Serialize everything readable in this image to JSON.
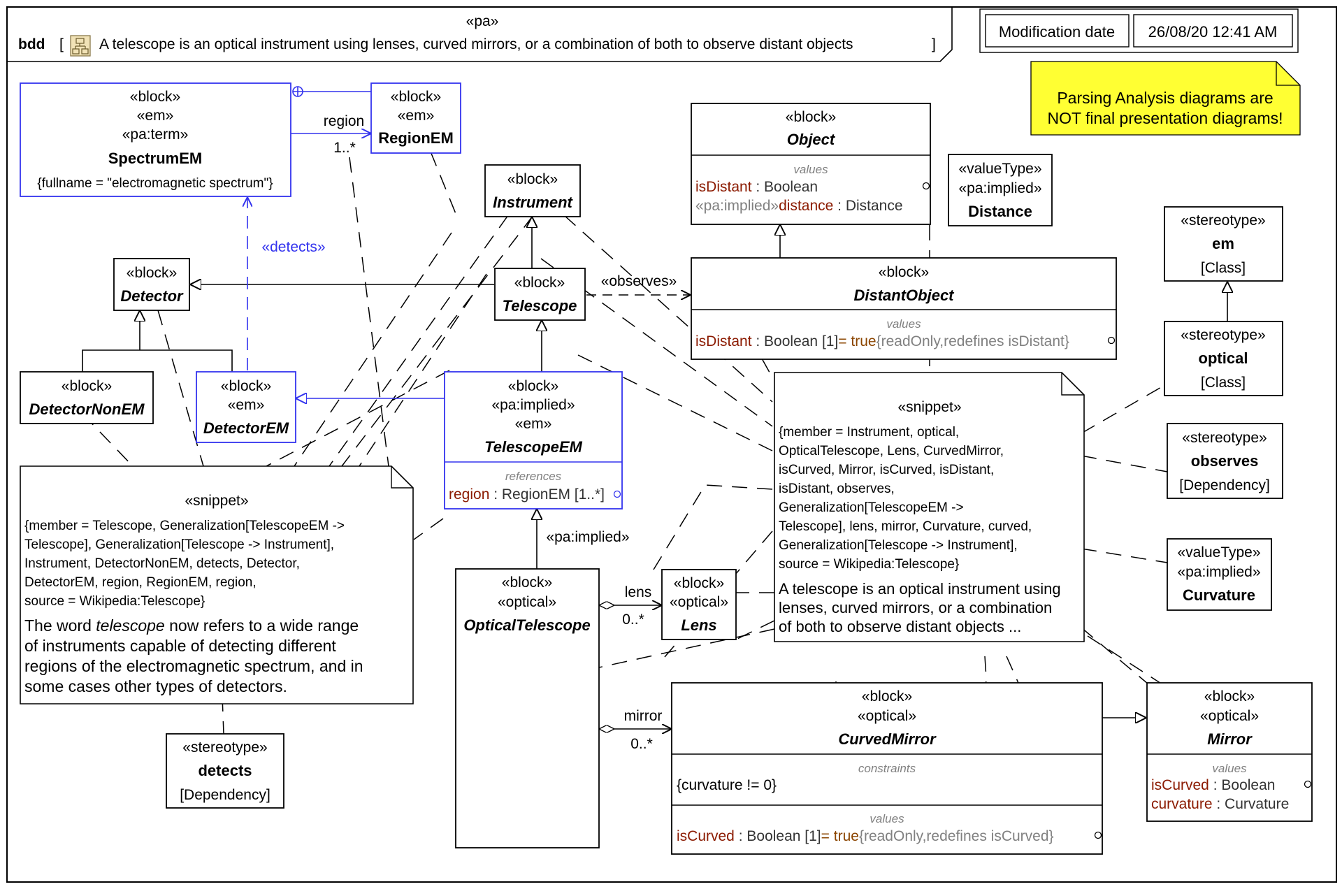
{
  "header": {
    "stereotype": "«pa»",
    "kind": "bdd",
    "bracket_open": "[",
    "bracket_close": "]",
    "title": "A telescope is an optical instrument using lenses, curved mirrors, or a combination of both to observe distant objects",
    "mod_label": "Modification date",
    "mod_value": "26/08/20 12:41 AM"
  },
  "warning_note": {
    "line1": "Parsing Analysis diagrams are",
    "line2": "NOT final presentation diagrams!"
  },
  "blocks": {
    "spectrum_em": {
      "s1": "«block»",
      "s2": "«em»",
      "s3": "«pa:term»",
      "name": "SpectrumEM",
      "constraint": "{fullname = \"electromagnetic spectrum\"}"
    },
    "region_em": {
      "s1": "«block»",
      "s2": "«em»",
      "name": "RegionEM"
    },
    "instrument": {
      "s1": "«block»",
      "name": "Instrument"
    },
    "object": {
      "s1": "«block»",
      "name": "Object",
      "section": "values",
      "attr1_name": "isDistant",
      "attr1_type": " : Boolean",
      "attr2_st": "«pa:implied»",
      "attr2_name": "distance",
      "attr2_type": " : Distance"
    },
    "distance": {
      "s1": "«valueType»",
      "s2": "«pa:implied»",
      "name": "Distance"
    },
    "detector": {
      "s1": "«block»",
      "name": "Detector"
    },
    "telescope": {
      "s1": "«block»",
      "name": "Telescope"
    },
    "distant_object": {
      "s1": "«block»",
      "name": "DistantObject",
      "section": "values",
      "attr_name": "isDistant",
      "attr_type": " : Boolean [1]",
      "attr_default": "= true",
      "attr_props": "{readOnly,redefines isDistant}"
    },
    "detector_non_em": {
      "s1": "«block»",
      "name": "DetectorNonEM"
    },
    "detector_em": {
      "s1": "«block»",
      "s2": "«em»",
      "name": "DetectorEM"
    },
    "telescope_em": {
      "s1": "«block»",
      "s2": "«pa:implied»",
      "s3": "«em»",
      "name": "TelescopeEM",
      "section": "references",
      "attr_name": "region",
      "attr_type": " : RegionEM [1..*]"
    },
    "optical_telescope": {
      "s1": "«block»",
      "s2": "«optical»",
      "name": "OpticalTelescope"
    },
    "lens": {
      "s1": "«block»",
      "s2": "«optical»",
      "name": "Lens"
    },
    "curved_mirror": {
      "s1": "«block»",
      "s2": "«optical»",
      "name": "CurvedMirror",
      "constraints_label": "constraints",
      "constraint": "{curvature != 0}",
      "values_label": "values",
      "attr_name": "isCurved",
      "attr_type": " : Boolean [1]",
      "attr_default": "= true",
      "attr_props": "{readOnly,redefines isCurved}"
    },
    "mirror": {
      "s1": "«block»",
      "s2": "«optical»",
      "name": "Mirror",
      "section": "values",
      "attr1_name": "isCurved",
      "attr1_type": " : Boolean",
      "attr2_name": "curvature",
      "attr2_type": " : Curvature"
    },
    "curvature": {
      "s1": "«valueType»",
      "s2": "«pa:implied»",
      "name": "Curvature"
    }
  },
  "stereotypes": {
    "em": {
      "s1": "«stereotype»",
      "name": "em",
      "meta": "[Class]"
    },
    "optical": {
      "s1": "«stereotype»",
      "name": "optical",
      "meta": "[Class]"
    },
    "observes": {
      "s1": "«stereotype»",
      "name": "observes",
      "meta": "[Dependency]"
    },
    "detects": {
      "s1": "«stereotype»",
      "name": "detects",
      "meta": "[Dependency]"
    }
  },
  "snippet_left": {
    "title": "«snippet»",
    "lines": [
      "{member = Telescope, Generalization[TelescopeEM ->",
      "Telescope], Generalization[Telescope -> Instrument],",
      "Instrument, DetectorNonEM, detects, Detector,",
      "DetectorEM, region, RegionEM, region,",
      "source = Wikipedia:Telescope}"
    ],
    "body_pre": "The word ",
    "body_em": "telescope",
    "body_post": " now refers to a wide range",
    "body_lines": [
      "of instruments capable of detecting different",
      "regions of the electromagnetic spectrum, and in",
      "some cases other types of detectors."
    ]
  },
  "snippet_right": {
    "title": "«snippet»",
    "lines": [
      "{member = Instrument, optical,",
      "OpticalTelescope, Lens, CurvedMirror,",
      "isCurved, Mirror, isCurved, isDistant,",
      "isDistant, observes,",
      "Generalization[TelescopeEM ->",
      "Telescope], lens, mirror, Curvature, curved,",
      "Generalization[Telescope -> Instrument],",
      "source = Wikipedia:Telescope}"
    ],
    "body_lines": [
      "A telescope is an optical instrument using",
      "lenses, curved mirrors, or a combination",
      "of both to observe distant objects ..."
    ]
  },
  "connectors": {
    "region_role": "region",
    "region_mult": "1..*",
    "detects": "«detects»",
    "observes": "«observes»",
    "pa_implied": "«pa:implied»",
    "lens_role": "lens",
    "lens_mult": "0..*",
    "mirror_role": "mirror",
    "mirror_mult": "0..*"
  },
  "colors": {
    "ink": "#000000",
    "em_blue": "#3333ee",
    "note_yellow": "#ffff33",
    "gray": "#808080",
    "default_value": "#8b4500"
  }
}
